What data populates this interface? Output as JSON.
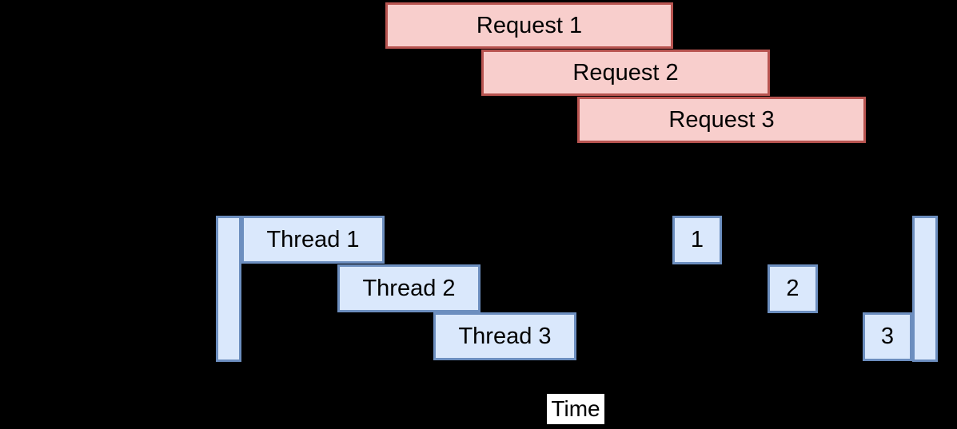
{
  "diagram": {
    "background_color": "#000000",
    "requests": {
      "fill_color": "#f8cecc",
      "border_color": "#b85450",
      "items": [
        {
          "label": "Request 1"
        },
        {
          "label": "Request 2"
        },
        {
          "label": "Request 3"
        }
      ]
    },
    "thread_pool": {
      "fill_color": "#dae8fc",
      "border_color": "#6c8ebf",
      "threads": [
        {
          "label": "Thread 1"
        },
        {
          "label": "Thread 2"
        },
        {
          "label": "Thread 3"
        }
      ],
      "responses": [
        {
          "label": "1"
        },
        {
          "label": "2"
        },
        {
          "label": "3"
        }
      ]
    },
    "time_axis": {
      "label": "Time",
      "label_background": "#ffffff",
      "label_text_color": "#000000"
    }
  }
}
